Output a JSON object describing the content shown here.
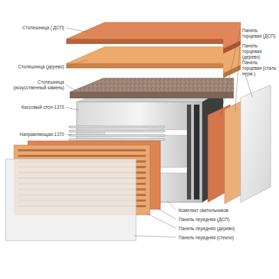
{
  "diagram": {
    "labels": [
      "Столешница ( ДСП)",
      "Столешница (дерево)",
      "Столешница (искусственный камень)",
      "Кассовый стол-1370",
      "Направляющая-1370",
      "Панель торцевая (ДСП)",
      "Панель торцевая (дерево)",
      "Панель торцевая (сталь нерж.)",
      "Комплект светильников",
      "Панель передняя (ДСП)",
      "Панель передняя (дерево)",
      "Панель передняя (стекло)"
    ]
  }
}
